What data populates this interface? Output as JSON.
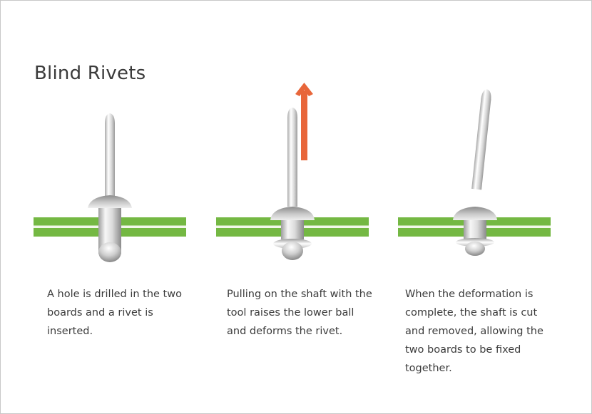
{
  "title": "Blind Rivets",
  "colors": {
    "board": "#74b843",
    "board_stripe": "#f2f7ea",
    "arrow": "#e8663a",
    "metal_light": "#f2f2f2",
    "metal_dark": "#8f8f8f"
  },
  "steps": [
    {
      "caption": "A hole is drilled in the two boards and a rivet is inserted."
    },
    {
      "caption": "Pulling on the shaft with the tool raises the lower ball and deforms the rivet."
    },
    {
      "caption": "When the deformation is complete, the shaft is cut and removed, allowing the two boards to be fixed together."
    }
  ]
}
